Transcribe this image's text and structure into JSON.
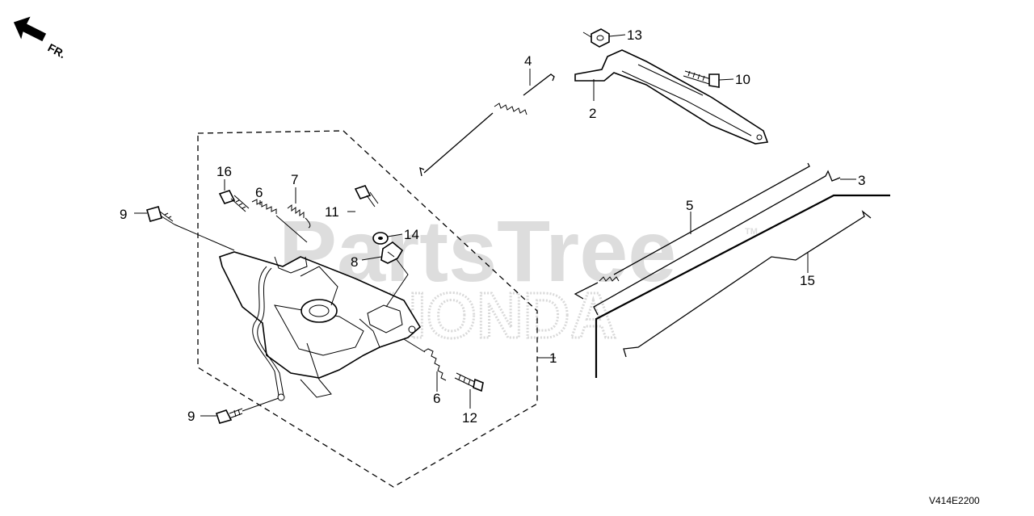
{
  "diagram": {
    "direction_label": "FR.",
    "drawing_code": "V414E2200",
    "watermark": {
      "brand": "PartsTree",
      "trademark": "TM",
      "maker": "HONDA"
    },
    "callouts": [
      {
        "id": "c1",
        "label": "1"
      },
      {
        "id": "c2",
        "label": "2"
      },
      {
        "id": "c3",
        "label": "3"
      },
      {
        "id": "c4",
        "label": "4"
      },
      {
        "id": "c5",
        "label": "5"
      },
      {
        "id": "c6a",
        "label": "6"
      },
      {
        "id": "c6b",
        "label": "6"
      },
      {
        "id": "c7",
        "label": "7"
      },
      {
        "id": "c8",
        "label": "8"
      },
      {
        "id": "c9a",
        "label": "9"
      },
      {
        "id": "c9b",
        "label": "9"
      },
      {
        "id": "c10",
        "label": "10"
      },
      {
        "id": "c11",
        "label": "11"
      },
      {
        "id": "c12",
        "label": "12"
      },
      {
        "id": "c13",
        "label": "13"
      },
      {
        "id": "c14",
        "label": "14"
      },
      {
        "id": "c15",
        "label": "15"
      },
      {
        "id": "c16",
        "label": "16"
      }
    ]
  }
}
